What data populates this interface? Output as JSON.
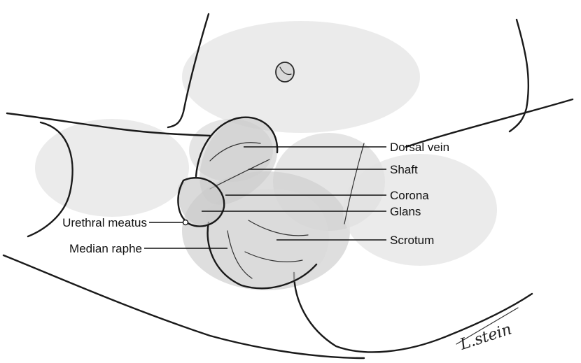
{
  "labels": {
    "dorsal_vein": "Dorsal vein",
    "shaft": "Shaft",
    "corona": "Corona",
    "glans": "Glans",
    "urethral_meatus": "Urethral meatus",
    "scrotum": "Scrotum",
    "median_raphe": "Median raphe"
  },
  "signature": "L.stein"
}
